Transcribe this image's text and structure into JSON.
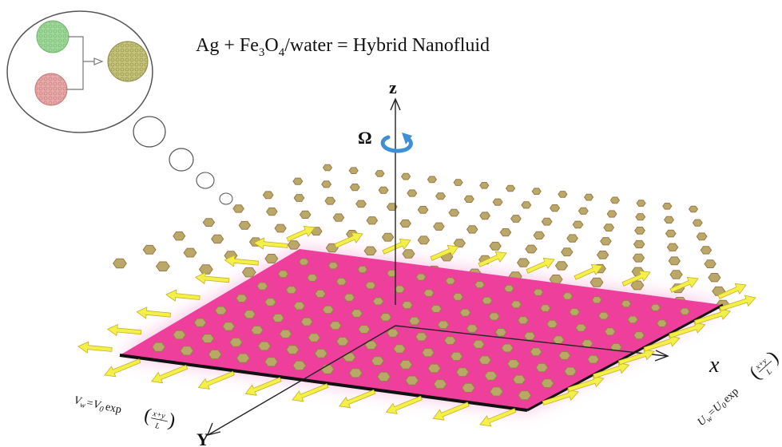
{
  "title": {
    "part1": "Ag + Fe",
    "sub1": "3",
    "part2": "O",
    "sub2": "4",
    "part3": "/water = Hybrid Nanofluid"
  },
  "axes": {
    "z": "z",
    "x": "x",
    "y": "Y"
  },
  "omega": "Ω",
  "formulas": {
    "vw": {
      "lhs": "V",
      "lhs_sub": "w",
      "mid": "=V",
      "mid_sub": "0",
      "func": "exp",
      "num": "x+y",
      "den": "L"
    },
    "uw": {
      "lhs": "U",
      "lhs_sub": "w",
      "mid": "=U",
      "mid_sub": "0",
      "func": "exp",
      "num": "x+y",
      "den": "L"
    }
  },
  "colors": {
    "sheet": "#ee3f9c",
    "sheet_glow": "#f4a6d6",
    "particle_fill": "#b9a868",
    "particle_stroke": "#9b7a4a",
    "arrow_fill": "#f3f04a",
    "arrow_stroke": "#c8b020",
    "omega_arrow": "#3f8fd6",
    "nano_green": "#9fd89a",
    "nano_pink": "#e8a9a9",
    "nano_mix": "#c5c27a"
  },
  "icons": {
    "rotation": "curved-arrow-icon",
    "combine": "merge-arrow-icon"
  }
}
